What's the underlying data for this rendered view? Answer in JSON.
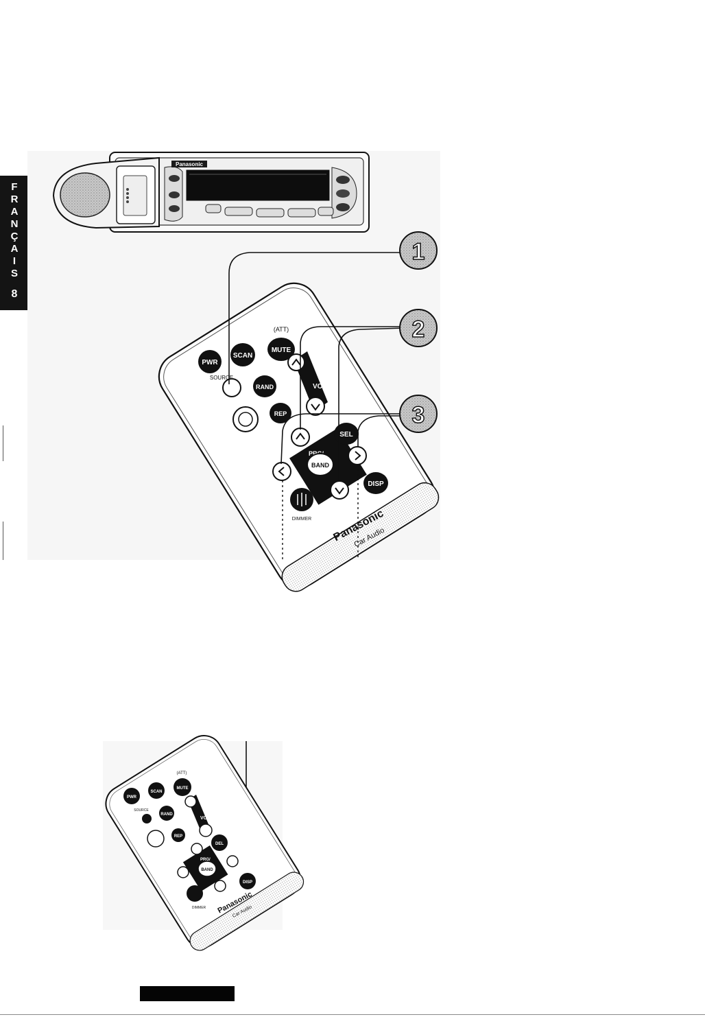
{
  "side_tab": {
    "letters": [
      "F",
      "R",
      "A",
      "N",
      "Ç",
      "A",
      "I",
      "S"
    ],
    "page_number": "8"
  },
  "head_unit": {
    "brand": "Panasonic"
  },
  "callouts": [
    "1",
    "2",
    "3"
  ],
  "remote": {
    "labels": {
      "pwr": "PWR",
      "scan": "SCAN",
      "att": "(ATT)",
      "mute": "MUTE",
      "source": "SOURCE",
      "rand": "RAND",
      "vol": "VOL",
      "rep": "REP",
      "sel": "SEL",
      "prg": "PRG/",
      "band": "BAND",
      "disp": "DISP",
      "dimmer": "DIMMER",
      "brand": "Panasonic",
      "sub": "Car Audio"
    }
  },
  "remote_small": {
    "labels": {
      "pwr": "PWR",
      "scan": "SCAN",
      "att": "(ATT)",
      "mute": "MUTE",
      "source": "SOURCE",
      "rand": "RAND",
      "vol": "VOL",
      "rep": "REP",
      "del": "DEL",
      "prg": "PRG/",
      "band": "BAND",
      "disp": "DISP",
      "dimmer": "DIMMER",
      "brand": "Panasonic",
      "sub": "Car Audio"
    }
  }
}
